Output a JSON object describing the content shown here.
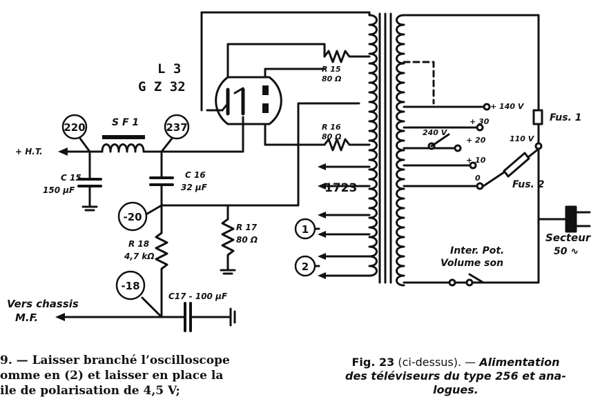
{
  "diagram": {
    "tube": {
      "name": "L 3",
      "type": "G Z 32"
    },
    "labels": {
      "sf1": "S F 1",
      "ht": "+ H.T.",
      "c15": "C 15",
      "c15_value": "150 µF",
      "c16": "C 16",
      "c16_value": "32 µF",
      "r15": "R 15",
      "r15_value": "80 Ω",
      "r16": "R 16",
      "r16_value": "80 Ω",
      "r17": "R 17",
      "r17_value": "80 Ω",
      "r18": "R 18",
      "r18_value": "4,7 kΩ",
      "c17": "C17 - 100 µF",
      "vers_chassis": "Vers chassis",
      "mf": "M.F.",
      "transformer": "1723",
      "tap_140": "+ 140 V",
      "tap_30": "+ 30",
      "tap_20": "+ 20",
      "tap_10": "+ 10",
      "tap_0": "0",
      "tap_240": "240 V",
      "tap_110": "110 V",
      "fus1": "Fus. 1",
      "fus2": "Fus. 2",
      "secteur": "Secteur",
      "secteur_value": "50 ∿",
      "inter_pot": "Inter. Pot.",
      "volume": "Volume son"
    },
    "test_points": {
      "tp220": "220",
      "tp237": "237",
      "tp_20": "-20",
      "tp_18": "-18",
      "tp1": "1",
      "tp2": "2"
    }
  },
  "captions": {
    "left_line1": "9. — Laisser branché l’oscilloscope",
    "left_line2": "omme en (2) et laisser en place la",
    "left_line3": "ile de polarisation de 4,5 V;",
    "right_fig": "Fig. 23",
    "right_aside": " (ci-dessus). — ",
    "right_title1": "Alimentation",
    "right_line2": "des téléviseurs du type 256 et ana-",
    "right_line3": "logues."
  }
}
